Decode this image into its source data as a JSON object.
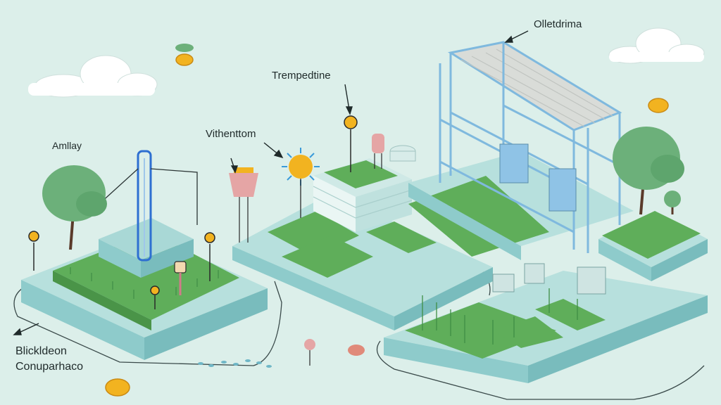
{
  "labels": {
    "top_right": "Olletdrima",
    "top_center": "Trempedtine",
    "center_left": "Vithenttom",
    "left": "Amllay",
    "bottom_left_line1": "Blickldeon",
    "bottom_left_line2": "Conuparhaco"
  },
  "colors": {
    "background": "#dcefea",
    "platform_top": "#a9d8d6",
    "platform_side": "#8ecbcb",
    "grass": "#5fae5a",
    "tree_green": "#6cb07a",
    "greenhouse_frame": "#7fb9de",
    "roof": "#d9dcd8",
    "sun": "#f2b320",
    "accent_orange": "#e08a3a",
    "accent_pink": "#e5a5a5"
  },
  "icons": [
    "cloud-icon",
    "sun-icon",
    "tree-icon",
    "greenhouse-icon",
    "lamp-icon",
    "coin-icon",
    "arrow-icon"
  ]
}
